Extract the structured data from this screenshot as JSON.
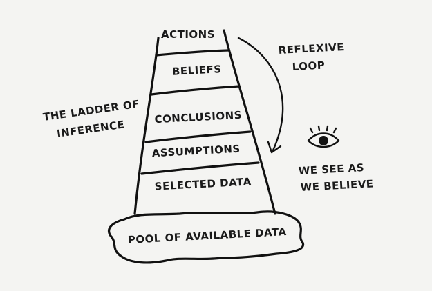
{
  "ladder": {
    "rungs": [
      {
        "label": "ACTIONS"
      },
      {
        "label": "BELIEFS"
      },
      {
        "label": "CONCLUSIONS"
      },
      {
        "label": "ASSUMPTIONS"
      },
      {
        "label": "SELECTED DATA"
      }
    ]
  },
  "pool": {
    "label": "POOL OF AVAILABLE DATA"
  },
  "title": {
    "line1": "THE LADDER OF",
    "line2": "INFERENCE"
  },
  "loop": {
    "line1": "REFLEXIVE",
    "line2": "LOOP"
  },
  "eye_caption": {
    "line1": "WE SEE AS",
    "line2": "WE BELIEVE"
  },
  "icons": {
    "eye": "eye-icon",
    "loop_arrow": "curved-arrow-icon"
  },
  "colors": {
    "ink": "#111111",
    "background": "#f4f4f2"
  }
}
